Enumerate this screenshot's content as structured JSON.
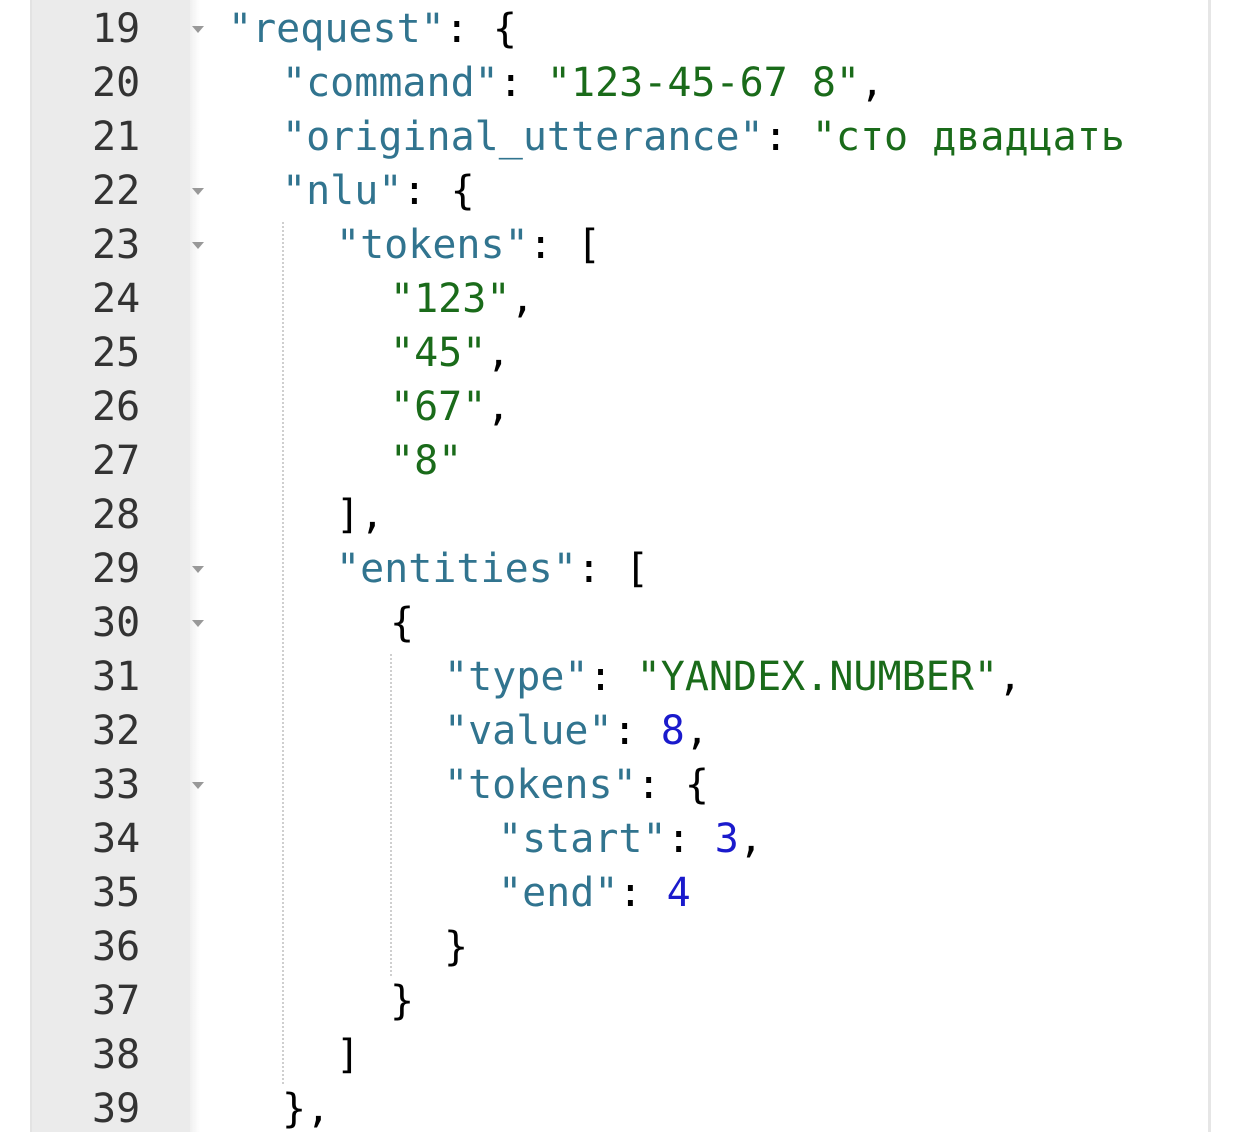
{
  "lines": [
    {
      "num": "19",
      "fold": true
    },
    {
      "num": "20",
      "fold": false
    },
    {
      "num": "21",
      "fold": false
    },
    {
      "num": "22",
      "fold": true
    },
    {
      "num": "23",
      "fold": true
    },
    {
      "num": "24",
      "fold": false
    },
    {
      "num": "25",
      "fold": false
    },
    {
      "num": "26",
      "fold": false
    },
    {
      "num": "27",
      "fold": false
    },
    {
      "num": "28",
      "fold": false
    },
    {
      "num": "29",
      "fold": true
    },
    {
      "num": "30",
      "fold": true
    },
    {
      "num": "31",
      "fold": false
    },
    {
      "num": "32",
      "fold": false
    },
    {
      "num": "33",
      "fold": true
    },
    {
      "num": "34",
      "fold": false
    },
    {
      "num": "35",
      "fold": false
    },
    {
      "num": "36",
      "fold": false
    },
    {
      "num": "37",
      "fold": false
    },
    {
      "num": "38",
      "fold": false
    },
    {
      "num": "39",
      "fold": false
    }
  ],
  "code": {
    "l19": {
      "k": "\"request\"",
      "p": ": {"
    },
    "l20": {
      "k": "\"command\"",
      "p1": ": ",
      "s": "\"123-45-67 8\"",
      "p2": ","
    },
    "l21": {
      "k": "\"original_utterance\"",
      "p1": ": ",
      "s": "\"сто двадцать"
    },
    "l22": {
      "k": "\"nlu\"",
      "p": ": {"
    },
    "l23": {
      "k": "\"tokens\"",
      "p": ": ["
    },
    "l24": {
      "s": "\"123\"",
      "p": ","
    },
    "l25": {
      "s": "\"45\"",
      "p": ","
    },
    "l26": {
      "s": "\"67\"",
      "p": ","
    },
    "l27": {
      "s": "\"8\""
    },
    "l28": {
      "p": "],"
    },
    "l29": {
      "k": "\"entities\"",
      "p": ": ["
    },
    "l30": {
      "p": "{"
    },
    "l31": {
      "k": "\"type\"",
      "p1": ": ",
      "s": "\"YANDEX.NUMBER\"",
      "p2": ","
    },
    "l32": {
      "k": "\"value\"",
      "p1": ": ",
      "n": "8",
      "p2": ","
    },
    "l33": {
      "k": "\"tokens\"",
      "p": ": {"
    },
    "l34": {
      "k": "\"start\"",
      "p1": ": ",
      "n": "3",
      "p2": ","
    },
    "l35": {
      "k": "\"end\"",
      "p1": ": ",
      "n": "4"
    },
    "l36": {
      "p": "}"
    },
    "l37": {
      "p": "}"
    },
    "l38": {
      "p": "]"
    },
    "l39": {
      "p": "},"
    }
  },
  "colors": {
    "key": "#31748f",
    "string": "#1a6b1a",
    "number": "#1a1acc",
    "punctuation": "#000000",
    "gutter": "#ebebeb"
  }
}
